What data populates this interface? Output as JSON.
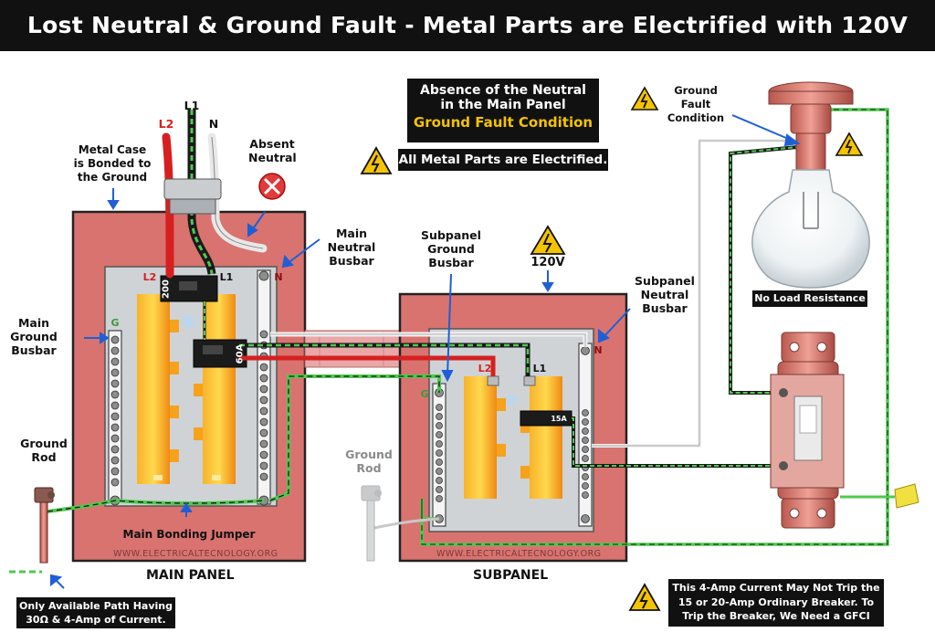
{
  "title": "Lost Neutral & Ground Fault - Metal Parts are Electrified with 120V",
  "header_box": {
    "line1": "Absence of the Neutral",
    "line2": "in the Main Panel",
    "line3": "Ground Fault Condition",
    "line4": "All Metal Parts are Electrified."
  },
  "labels": {
    "l1_top": "L1",
    "l2_top": "L2",
    "n_top": "N",
    "absent_neutral": "Absent Neutral",
    "metal_case": "Metal Case is Bonded to the Ground",
    "main_neutral_busbar": "Main Neutral Busbar",
    "subpanel_ground_busbar": "Subpanel Ground Busbar",
    "voltage": "120V",
    "subpanel_neutral_busbar": "Subpanel Neutral Busbar",
    "ground_fault_condition": "Ground Fault Condition",
    "no_load": "No Load Resistance",
    "main_ground_busbar": "Main Ground Busbar",
    "ground_rod_main": "Ground Rod",
    "ground_rod_sub": "Ground Rod",
    "main_bonding_jumper": "Main Bonding Jumper",
    "main_panel": "MAIN PANEL",
    "subpanel": "SUBPANEL",
    "website_main": "WWW.ELECTRICALTECNOLOGY.ORG",
    "website_sub": "WWW.ELECTRICALTECNOLOGY.ORG",
    "only_path": "Only Available Path Having 30Ω & 4-Amp of Current.",
    "note": "This 4-Amp Current May Not Trip the 15 or 20-Amp Ordinary Breaker. To Trip the Breaker, We Need a GFCI Breaker."
  },
  "panel_tags": {
    "main_l2": "L2",
    "main_l1": "L1",
    "main_n": "N",
    "main_g": "G",
    "main_breaker_200": "200",
    "main_breaker_60": "60A",
    "sub_l2": "L2",
    "sub_l1": "L1",
    "sub_n": "N",
    "sub_g": "G",
    "sub_breaker": "15A"
  },
  "colors": {
    "panel_case": "#d9736f",
    "busbar_orange": "#f59a1a",
    "hot_red": "#d62020",
    "ground_green": "#4ec94e",
    "neutral_white": "#f2f2f2",
    "title_bg": "#111111",
    "highlight_yellow": "#f5c400"
  },
  "icons": [
    "warning-icon",
    "red-x-icon",
    "light-bulb-icon",
    "light-switch-icon",
    "ground-rod-icon",
    "wire-nut-icon"
  ]
}
